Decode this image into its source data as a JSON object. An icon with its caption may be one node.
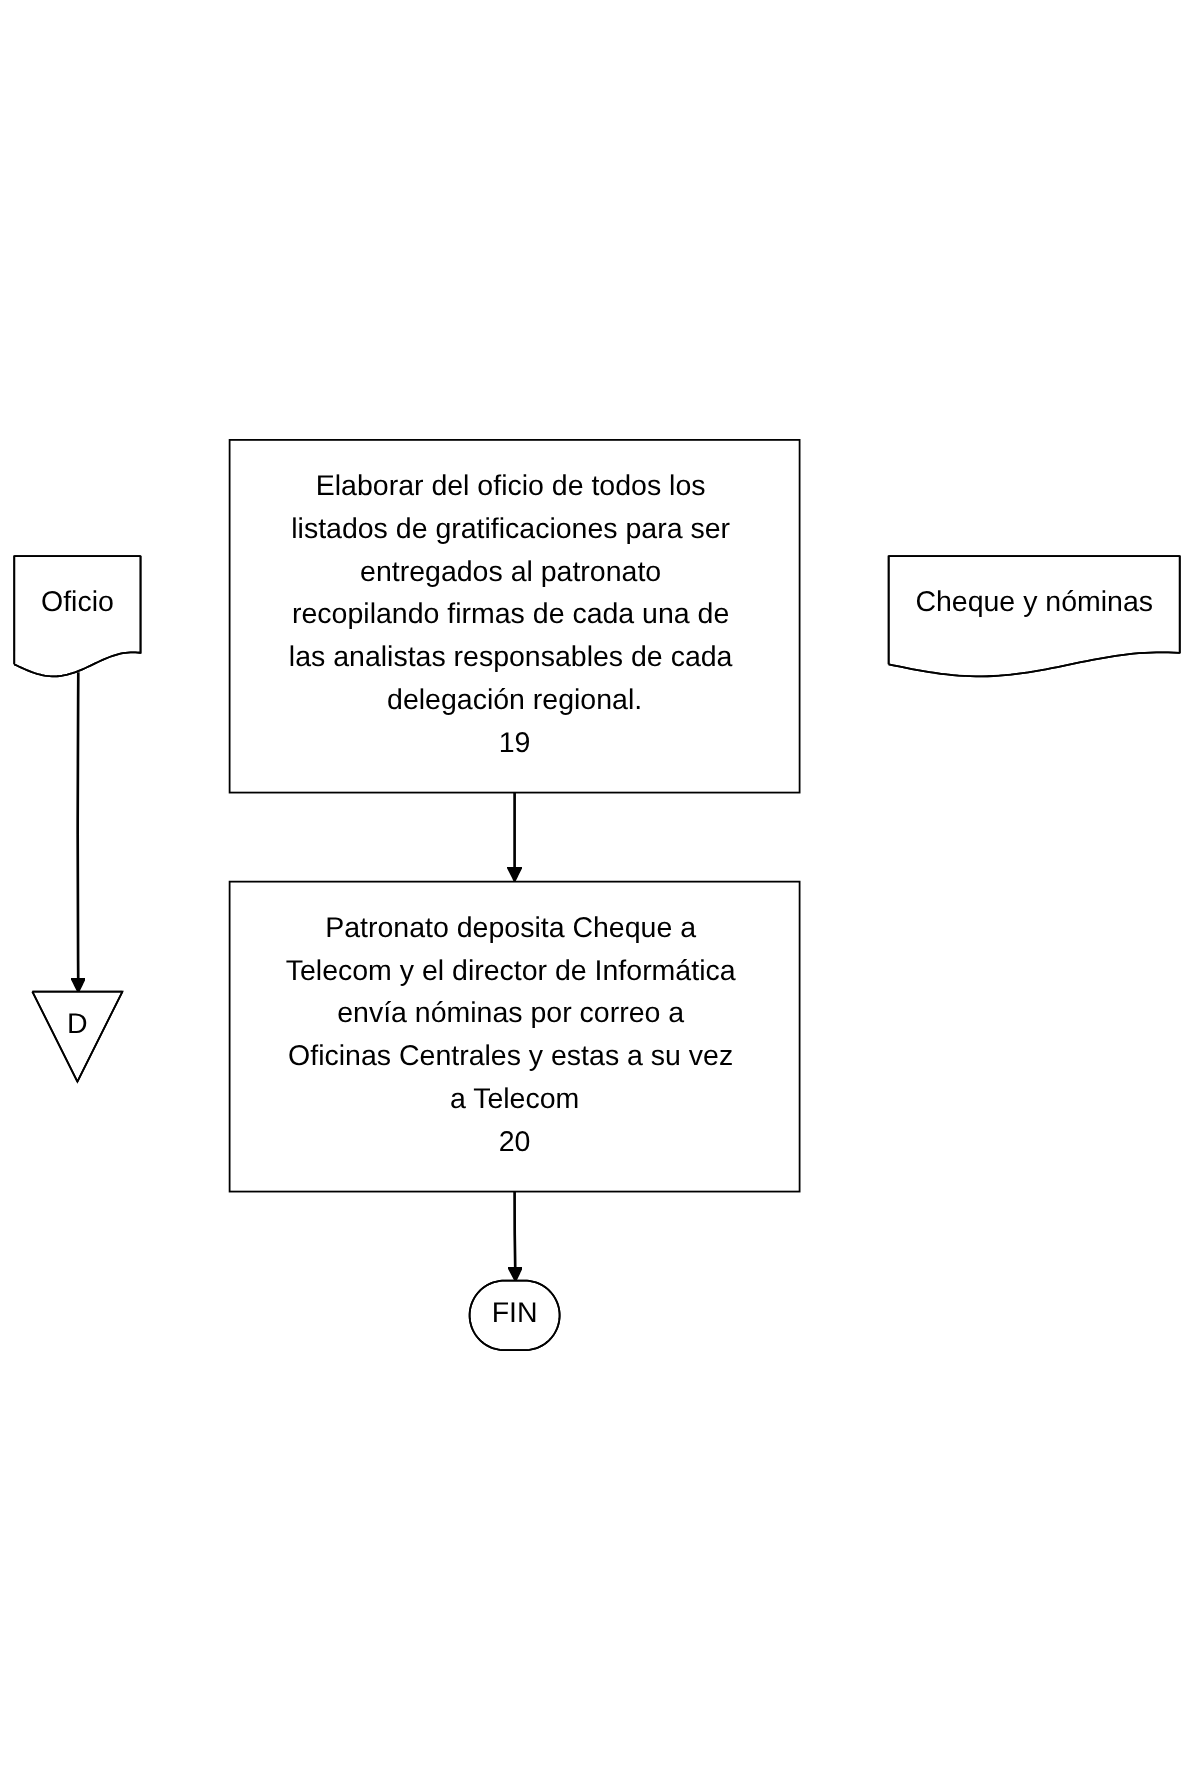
{
  "diagram": {
    "nodes": [
      {
        "text": [
          "Elaborar del oficio de todos los listados de gratificaciones para ser entregados al patronato recopilando firmas de cada una de las analistas responsables de cada delegación regional.",
          "19"
        ]
      },
      {
        "text": [
          "Oficio"
        ]
      },
      {
        "text": [
          "D"
        ]
      },
      {
        "text": [
          "Patronato deposita Cheque a Telecom y el director de Informática envía nóminas por correo a Oficinas Centrales y estas a su vez a Telecom",
          "20"
        ]
      },
      {
        "text": [
          "Cheque y nóminas"
        ]
      },
      {
        "text": [
          "FIN"
        ]
      }
    ],
    "edges": [
      {
        "from": 1,
        "to": 2,
        "arrow": "to"
      },
      {
        "from": 0,
        "to": 3,
        "arrow": "to"
      },
      {
        "from": 3,
        "to": 5,
        "arrow": "to"
      }
    ]
  }
}
